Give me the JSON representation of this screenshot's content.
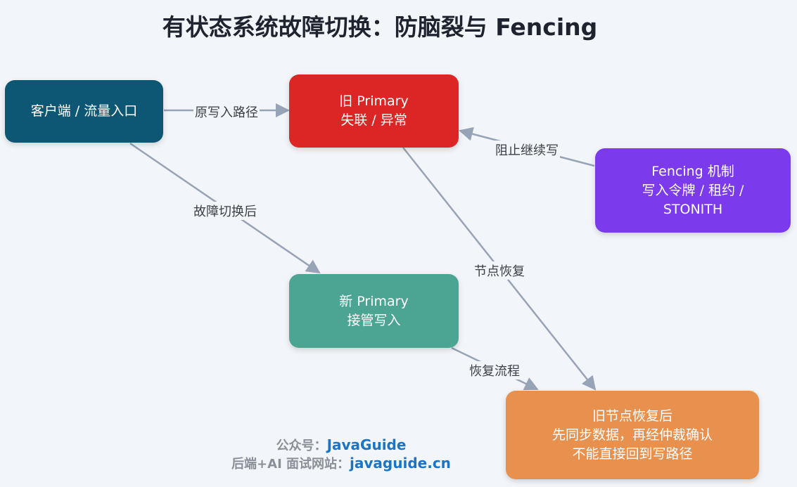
{
  "title": "有状态系统故障切换：防脑裂与 Fencing",
  "nodes": {
    "client": {
      "lines": [
        "客户端 / 流量入口"
      ],
      "color": "#0d5774"
    },
    "old_primary": {
      "lines": [
        "旧 Primary",
        "失联 / 异常"
      ],
      "color": "#dc2626"
    },
    "fencing": {
      "lines": [
        "Fencing 机制",
        "写入令牌 / 租约 /",
        "STONITH"
      ],
      "color": "#7c3aed"
    },
    "new_primary": {
      "lines": [
        "新 Primary",
        "接管写入"
      ],
      "color": "#4ca593"
    },
    "recovered": {
      "lines": [
        "旧节点恢复后",
        "先同步数据，再经仲裁确认",
        "不能直接回到写路径"
      ],
      "color": "#e8914f"
    }
  },
  "edges": {
    "client_to_old": "原写入路径",
    "client_to_new": "故障切换后",
    "fencing_to_old": "阻止继续写",
    "old_to_recovered": "节点恢复",
    "new_to_recovered": "恢复流程"
  },
  "footer": {
    "line1_label": "公众号：",
    "line1_value": "JavaGuide",
    "line2_label": "后端+AI 面试网站：",
    "line2_value": "javaguide.cn"
  }
}
